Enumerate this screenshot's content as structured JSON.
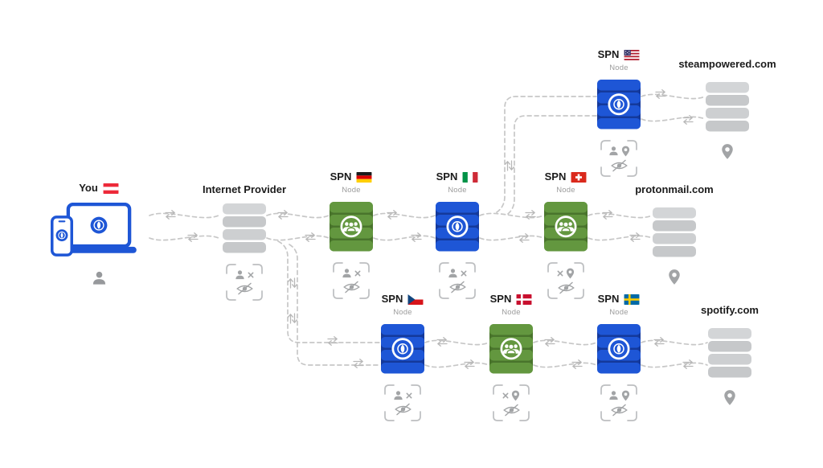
{
  "you": {
    "label": "You",
    "country": "at"
  },
  "provider": {
    "label": "Internet Provider",
    "color": "gray",
    "info": [
      "user",
      "x"
    ]
  },
  "nodes": [
    {
      "id": "de",
      "label": "SPN",
      "country": "de",
      "sublabel": "Node",
      "color": "green",
      "info": [
        "user",
        "x"
      ]
    },
    {
      "id": "it",
      "label": "SPN",
      "country": "it",
      "sublabel": "Node",
      "color": "blue",
      "info": [
        "user",
        "x"
      ]
    },
    {
      "id": "ch",
      "label": "SPN",
      "country": "ch",
      "sublabel": "Node",
      "color": "green",
      "info": [
        "x",
        "pin"
      ]
    },
    {
      "id": "us",
      "label": "SPN",
      "country": "us",
      "sublabel": "Node",
      "color": "blue",
      "info": [
        "user",
        "pin"
      ]
    },
    {
      "id": "cz",
      "label": "SPN",
      "country": "cz",
      "sublabel": "Node",
      "color": "blue",
      "info": [
        "user",
        "x"
      ]
    },
    {
      "id": "dk",
      "label": "SPN",
      "country": "dk",
      "sublabel": "Node",
      "color": "green",
      "info": [
        "x",
        "pin"
      ]
    },
    {
      "id": "se",
      "label": "SPN",
      "country": "se",
      "sublabel": "Node",
      "color": "blue",
      "info": [
        "user",
        "pin"
      ]
    }
  ],
  "destinations": [
    {
      "id": "steampowered",
      "label": "steampowered.com",
      "color": "gray"
    },
    {
      "id": "protonmail",
      "label": "protonmail.com",
      "color": "gray"
    },
    {
      "id": "spotify",
      "label": "spotify.com",
      "color": "gray"
    }
  ],
  "colors": {
    "blue": "#1e56d6",
    "blue_dark": "#14399b",
    "green": "#63973f",
    "green_dark": "#49742c",
    "gray": "#c9cbcd",
    "wire": "#c6c6c6",
    "text": "#1b1b1b",
    "muted": "#9c9c9c",
    "icon": "#a2a4a6"
  }
}
